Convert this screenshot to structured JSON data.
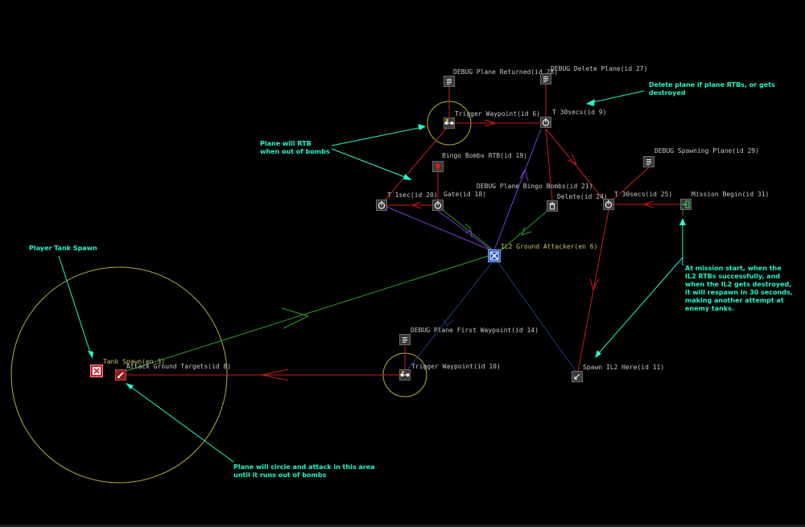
{
  "nodes": {
    "debug_plane_returned": {
      "label": "DEBUG Plane Returned(id 28)",
      "icon": "note-icon"
    },
    "debug_delete_plane": {
      "label": "DEBUG Delete Plane(id 27)",
      "icon": "note-icon"
    },
    "trigger_waypoint_6": {
      "label": "Trigger Waypoint(id 6)",
      "icon": "waypoint-icon"
    },
    "timer_30s_9": {
      "label": "T 30secs(id 9)",
      "icon": "timer-icon"
    },
    "bingo_bombs_rtb": {
      "label": "Bingo Bombs RTB(id 19)",
      "icon": "pin-icon"
    },
    "debug_spawning_plane": {
      "label": "DEBUG Spawning Plane(id 29)",
      "icon": "note-icon"
    },
    "timer_1sec_20": {
      "label": "T 1sec(id 20)",
      "icon": "timer-icon"
    },
    "gate_18": {
      "label": "Gate(id 18)",
      "icon": "timer-icon"
    },
    "debug_plane_bingo": {
      "label": "DEBUG Plane Bingo Bombs(id 21)",
      "icon": "note-icon"
    },
    "delete_24": {
      "label": "Delete(id 24)",
      "icon": "trash-icon"
    },
    "timer_30s_25": {
      "label": "T 30secs(id 25)",
      "icon": "timer-icon"
    },
    "mission_begin": {
      "label": "Mission Begin(id 31)",
      "icon": "enter-icon"
    },
    "il2_ground_attacker": {
      "label": "IL2 Ground Attacker(en 6)",
      "icon": "plane-icon"
    },
    "debug_first_waypoint": {
      "label": "DEBUG Plane First Waypoint(id 14)",
      "icon": "note-icon"
    },
    "trigger_waypoint_10": {
      "label": "Trigger Waypoint(id 10)",
      "icon": "waypoint-icon"
    },
    "spawn_il2_here": {
      "label": "Spawn IL2 Here(id 11)",
      "icon": "spawn-icon"
    },
    "tank_spawn": {
      "label": "Tank Spawn(en 3)",
      "icon": "tank-icon"
    },
    "attack_ground_targets": {
      "label": "Attack Ground Targets(id 8)",
      "icon": "attack-icon"
    }
  },
  "notes": {
    "delete_plane": "Delete plane if plane RTBs, or gets\ndestroyed",
    "plane_rtb": "Plane will RTB\nwhen out of bombs",
    "player_tank_spawn": "Player Tank Spawn",
    "mission_start": "At mission start, when the\nIL2 RTBs successfully, and\nwhen the IL2 gets destroyed,\nit will respawn in 30 seconds,\nmaking another attempt at\nenemy tanks.",
    "circle_attack": "Plane will circle and attack in this area\nuntil it runs out of bombs"
  },
  "colors": {
    "background": "#000000",
    "link_red": "#c81e1e",
    "link_green": "#28a028",
    "link_purple": "#7a3bd6",
    "link_blue": "#1e3a8c",
    "area_circle": "#c9c06a",
    "annotation": "#27f5c8",
    "label": "#c8c8c8"
  }
}
